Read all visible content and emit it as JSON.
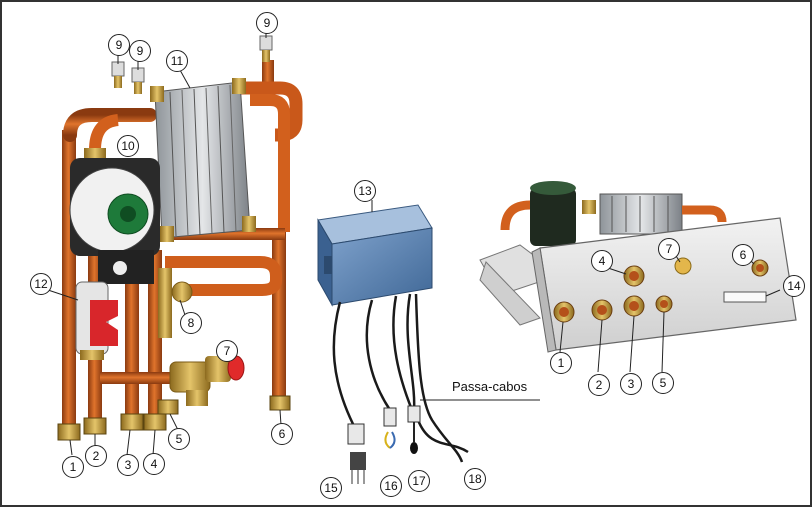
{
  "callouts": {
    "c1a": "1",
    "c2a": "2",
    "c3a": "3",
    "c4a": "4",
    "c5a": "5",
    "c6a": "6",
    "c7a": "7",
    "c8": "8",
    "c9a": "9",
    "c9b": "9",
    "c9c": "9",
    "c10": "10",
    "c11": "11",
    "c12": "12",
    "c13": "13",
    "c15": "15",
    "c16": "16",
    "c17": "17",
    "c18": "18",
    "c1b": "1",
    "c2b": "2",
    "c3b": "3",
    "c4b": "4",
    "c5b": "5",
    "c6b": "6",
    "c7b": "7",
    "c14": "14"
  },
  "cable_label": "Passa-cabos",
  "colors": {
    "pipe": "#d2601d",
    "pipe_dark": "#9b3d10",
    "brass": "#c89a3a",
    "box_blue": "#5d86b5",
    "plate_gray": "#e6e6e6",
    "pump_green": "#1e7a3a",
    "valve_red": "#d8262b"
  }
}
